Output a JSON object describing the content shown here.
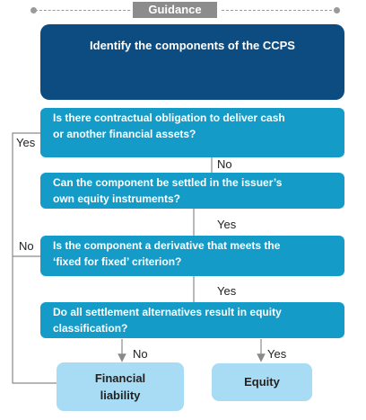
{
  "header": {
    "tab_label": "Guidance"
  },
  "title": "Identify the components of the CCPS",
  "questions": [
    {
      "line1": "Is there contractual obligation to deliver cash",
      "line2": "or another financial assets?"
    },
    {
      "line1": "Can the component be settled in the issuer’s",
      "line2": "own equity instruments?"
    },
    {
      "line1": "Is the component a derivative that meets the",
      "line2": "‘fixed for fixed’ criterion?"
    },
    {
      "line1": "Do all settlement alternatives result in equity",
      "line2": "classification?"
    }
  ],
  "labels": {
    "q1_yes_side": "Yes",
    "q1_no": "No",
    "q2_yes": "Yes",
    "q3_no_side": "No",
    "q3_yes": "Yes",
    "q4_no": "No",
    "q4_yes": "Yes"
  },
  "results": {
    "financial_liability_line1": "Financial",
    "financial_liability_line2": "liability",
    "equity": "Equity"
  },
  "colors": {
    "title_box": "#0d4c80",
    "question_box": "#159bc8",
    "result_box": "#a8dcf4",
    "connector": "#9a9a9a"
  }
}
